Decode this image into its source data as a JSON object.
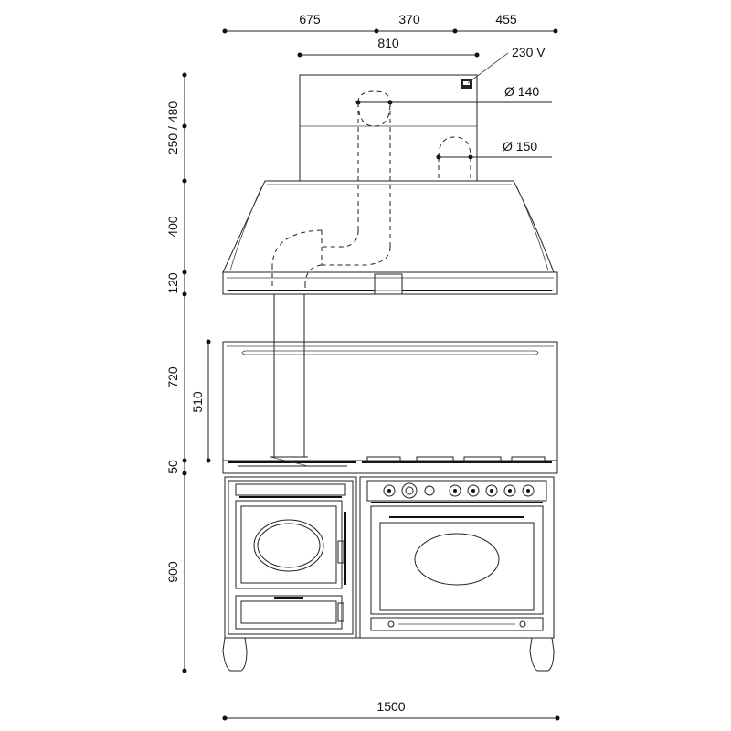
{
  "dimensions": {
    "top_segments": [
      "675",
      "370",
      "455"
    ],
    "hood_width": "810",
    "voltage": "230 V",
    "duct_a": "Ø 140",
    "duct_b": "Ø 150",
    "total_width": "1500",
    "vertical": {
      "chimney_height": "250 / 480",
      "hood_height": "400",
      "hood_rim": "120",
      "backsplash_height": "720",
      "backsplash_inner": "510",
      "cooktop_gap": "50",
      "range_height": "900"
    }
  }
}
